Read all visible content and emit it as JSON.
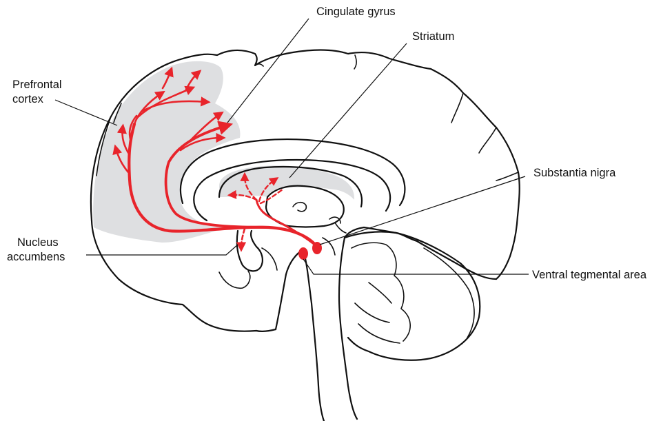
{
  "labels": {
    "prefrontal_cortex_line1": "Prefrontal",
    "prefrontal_cortex_line2": "cortex",
    "cingulate_gyrus": "Cingulate gyrus",
    "striatum": "Striatum",
    "substantia_nigra": "Substantia nigra",
    "nucleus_accumbens_line1": "Nucleus",
    "nucleus_accumbens_line2": "accumbens",
    "ventral_tegmental_area": "Ventral tegmental area"
  },
  "colors": {
    "pathway": "#e8242b",
    "region_fill": "#dedfe1",
    "outline": "#111111"
  },
  "icons": [
    "dopamine-pathway-arrows",
    "neuron-cell-body"
  ]
}
